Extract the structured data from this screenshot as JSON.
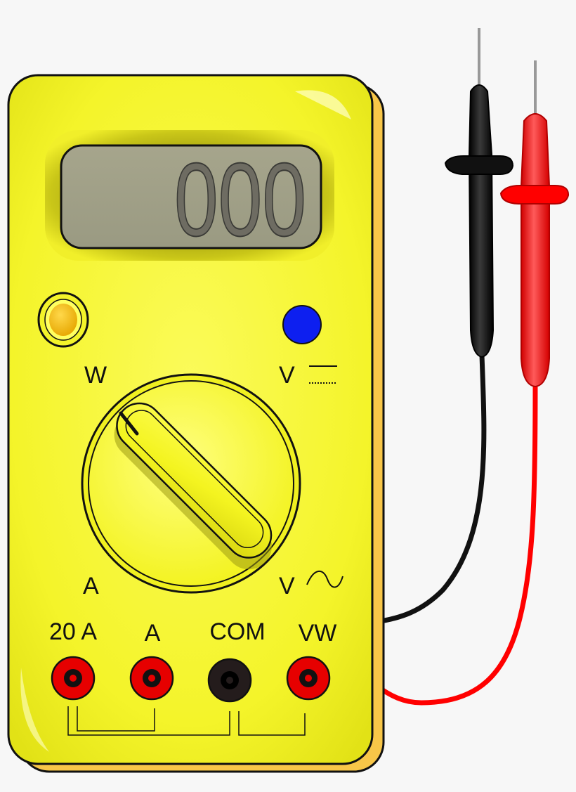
{
  "display": {
    "reading": "000"
  },
  "dial": {
    "labels": {
      "top_left": "W",
      "top_right": "V",
      "bottom_left": "A",
      "bottom_right": "V"
    },
    "top_right_symbol": "dc-voltage-icon",
    "bottom_right_symbol": "ac-wave-icon"
  },
  "buttons": {
    "left_color": "#f5bd14",
    "right_color": "#0d1ff0"
  },
  "jacks": [
    {
      "label": "20 A",
      "color": "#e60000"
    },
    {
      "label": "A",
      "color": "#e60000"
    },
    {
      "label": "COM",
      "color": "#241c1c"
    },
    {
      "label": "VW",
      "color": "#e60000"
    }
  ],
  "leads": {
    "black": "#111111",
    "red": "#ff0000"
  },
  "body_color": "#ffff2a"
}
